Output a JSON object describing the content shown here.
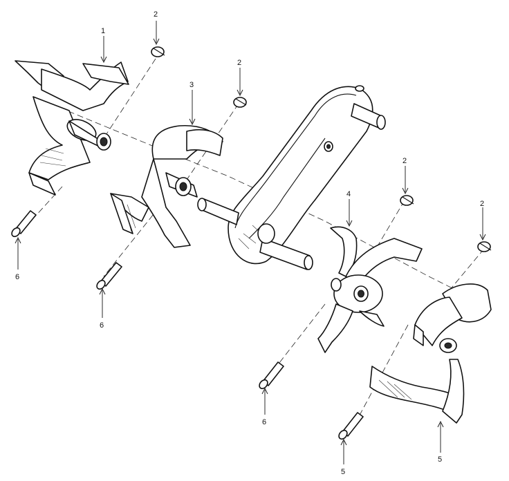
{
  "callouts": {
    "tine_assembly_left_outer": "1",
    "pin_top_left": "2",
    "pin_top_center": "2",
    "pin_right_upper": "2",
    "pin_right_far": "2",
    "tine_assembly_left_inner": "3",
    "tine_assembly_right_inner": "4",
    "tine_assembly_right_outer_bottom": "5",
    "tine_assembly_right_outer_side": "5",
    "bolt_left_far": "6",
    "bolt_left_center": "6",
    "bolt_right_center": "6"
  }
}
